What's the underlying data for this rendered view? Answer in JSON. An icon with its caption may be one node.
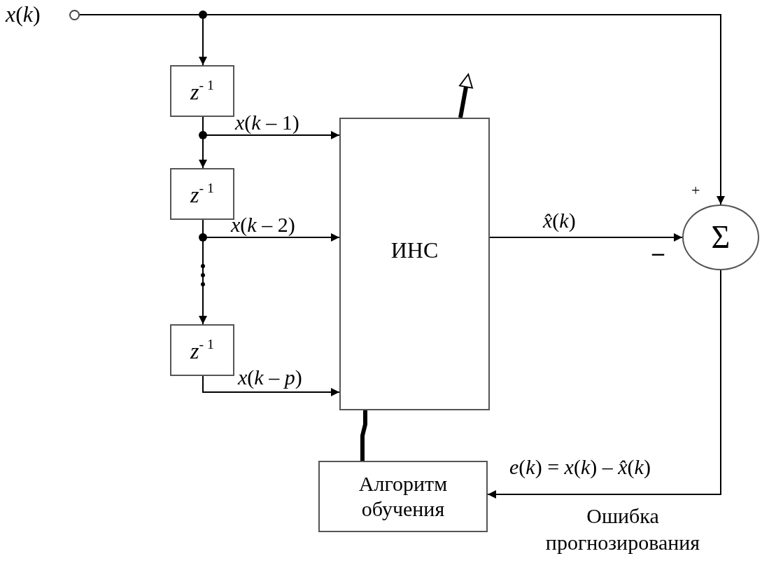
{
  "diagram": {
    "nodes": [
      {
        "text": [],
        "shape": "circle",
        "beside": [
          "*x*(*k*)"
        ]
      },
      {
        "text": [
          "*z*$^{- 1}$"
        ]
      },
      {
        "text": [
          "*z*$^{- 1}$"
        ]
      },
      {
        "text": [
          "*z*$^{- 1}$"
        ]
      },
      {
        "text": [
          "ИНС"
        ]
      },
      {
        "text": [
          "Σ"
        ],
        "beside": [
          "+",
          "–"
        ]
      },
      {
        "text": [
          "Алгоритм обучения"
        ]
      }
    ],
    "edges": [
      {
        "from": 0,
        "to": 1,
        "arrow": "to"
      },
      {
        "from": 0,
        "to": 5,
        "arrow": "to"
      },
      {
        "from": 1,
        "to": 2,
        "arrow": "to"
      },
      {
        "from": 1,
        "to": 4,
        "arrow": "to",
        "label": "*x*(*k* – 1)"
      },
      {
        "from": 2,
        "to": 3,
        "arrow": "to"
      },
      {
        "from": 2,
        "to": 4,
        "arrow": "to",
        "label": "*x*(*k* – 2)"
      },
      {
        "from": 3,
        "to": 4,
        "arrow": "to",
        "label": "*x*(*k* – *p*)"
      },
      {
        "from": 4,
        "to": 5,
        "arrow": "to",
        "label": "*x̂*(*k*)"
      },
      {
        "from": 5,
        "to": 6,
        "arrow": "to",
        "label": "*e*(*k*) = *x*(*k*) – *x̂*(*k*)"
      },
      {
        "from": 6,
        "to": 4,
        "arrow": "none",
        "style": "thick"
      },
      {
        "from": 4,
        "to": null,
        "arrow": "to",
        "style": "thick"
      }
    ],
    "labels": [
      "Ошибка прогнозирования"
    ]
  }
}
